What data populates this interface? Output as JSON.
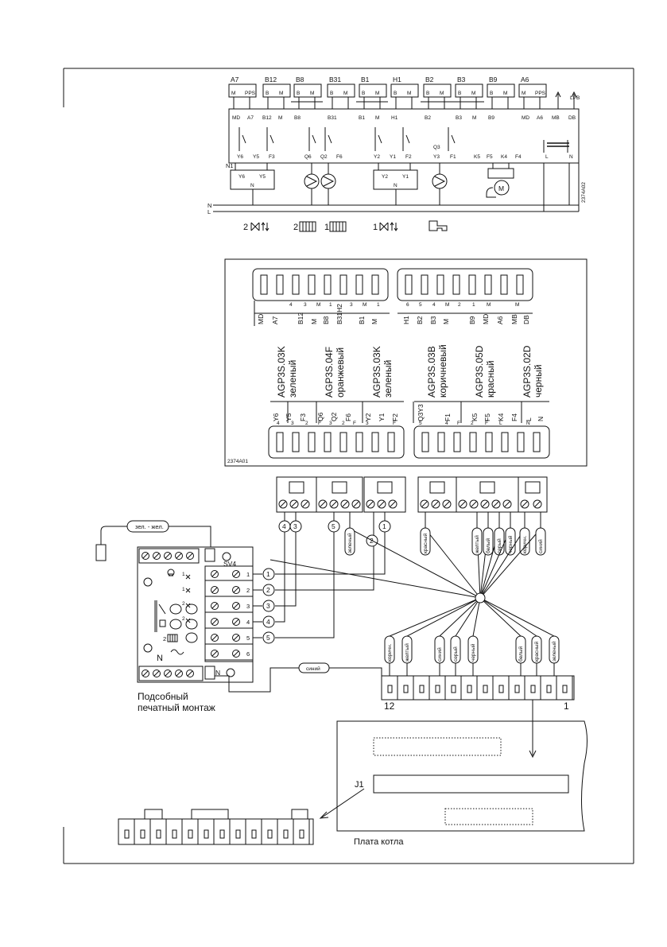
{
  "schematic": {
    "top_modules": [
      {
        "label": "A7",
        "pins": [
          "M",
          "PPS"
        ]
      },
      {
        "label": "B12",
        "pins": [
          "B",
          "M"
        ]
      },
      {
        "label": "B8",
        "pins": [
          "B",
          "M"
        ]
      },
      {
        "label": "B31",
        "pins": [
          "B",
          "M"
        ]
      },
      {
        "label": "B1",
        "pins": [
          "B",
          "M"
        ]
      },
      {
        "label": "H1",
        "pins": [
          "B",
          "M"
        ]
      },
      {
        "label": "B2",
        "pins": [
          "B",
          "M"
        ]
      },
      {
        "label": "B3",
        "pins": [
          "B",
          "M"
        ]
      },
      {
        "label": "B9",
        "pins": [
          "B",
          "M"
        ]
      },
      {
        "label": "A6",
        "pins": [
          "M",
          "PPS"
        ]
      }
    ],
    "lpb_label": "LPB",
    "controller_pins": [
      "MD",
      "A7",
      "B12",
      "M",
      "B8",
      "B31",
      "B1",
      "M",
      "H1",
      "B2",
      "B3",
      "M",
      "B9",
      "MD",
      "A6",
      "MB",
      "DB"
    ],
    "n1_label": "N1",
    "output_labels": [
      "Y6",
      "Y5",
      "F3",
      "Q6",
      "Q2",
      "F6",
      "Y2",
      "Y1",
      "F2",
      "Q3",
      "Y3",
      "F1",
      "K5",
      "F5",
      "K4",
      "F4",
      "L",
      "N"
    ],
    "box1_labels": [
      "Y6",
      "Y5",
      "N"
    ],
    "box2_labels": [
      "Y2",
      "Y1",
      "N"
    ],
    "line_labels": [
      "N",
      "L"
    ],
    "drawing_number": "2374A02",
    "symbols": [
      "2",
      "2",
      "1",
      "1"
    ]
  },
  "connectors": {
    "drawing_number": "2374A01",
    "top_left_pins": [
      "MD",
      "A7",
      "B12",
      "M",
      "B8",
      "B31H2",
      "B1",
      "M"
    ],
    "top_left_pin_nums": [
      "4",
      "3",
      "M",
      "1",
      "3",
      "M",
      "1"
    ],
    "top_right_pins": [
      "H1",
      "B2",
      "B3",
      "M",
      "B9",
      "MD",
      "A6",
      "MB",
      "DB"
    ],
    "top_right_pin_nums": [
      "6",
      "5",
      "4",
      "M",
      "2",
      "1",
      "M",
      "M"
    ],
    "codes": [
      {
        "code": "AGP3S.03K",
        "color": "зеленый"
      },
      {
        "code": "AGP3S.04F",
        "color": "оранжевый"
      },
      {
        "code": "AGP3S.03K",
        "color": "зеленый"
      },
      {
        "code": "AGP3S.03B",
        "color": "коричневый"
      },
      {
        "code": "AGP3S.05D",
        "color": "красный"
      },
      {
        "code": "AGP3S.02D",
        "color": "черный"
      }
    ],
    "bottom_pins": [
      "Y6",
      "Y5",
      "F3",
      "Q6",
      "Q2",
      "F6",
      "Y2",
      "Y1",
      "F2",
      "Q3Y3",
      "F1",
      "K5",
      "F5",
      "K4",
      "F4",
      "L",
      "N"
    ],
    "bottom_pin_nums": [
      "4",
      "3",
      "2",
      "F",
      "3",
      "2",
      "F",
      "3",
      "F",
      "5",
      "4",
      "F",
      "2",
      "F",
      "L",
      "N"
    ]
  },
  "wiring": {
    "ground_wire_label": "зел. - жел.",
    "sv4_label": "SV4",
    "terminal_numbers": [
      "1",
      "2",
      "3",
      "4",
      "5",
      "6"
    ],
    "circle_numbers": [
      "1",
      "2",
      "3",
      "4",
      "5"
    ],
    "left_terminal_wires": [
      "4",
      "3",
      "5",
      "2",
      "1"
    ],
    "pcb_title_line1": "Подсобный",
    "pcb_title_line2": "печатный монтаж",
    "n_labels": [
      "N",
      "N"
    ],
    "wire_colors_top": [
      "зеленый",
      "красный",
      "желтый",
      "белый",
      "серый",
      "черный",
      "коричн.",
      "синий"
    ],
    "wire_colors_bottom": [
      "коричн.",
      "желтый",
      "синий",
      "серый",
      "черный",
      "белый",
      "красный",
      "зеленый"
    ],
    "blue_wire_label": "синий",
    "connector_12_left": "12",
    "connector_12_right": "1",
    "j1_label": "J1",
    "boiler_board_label": "Плата котла"
  }
}
